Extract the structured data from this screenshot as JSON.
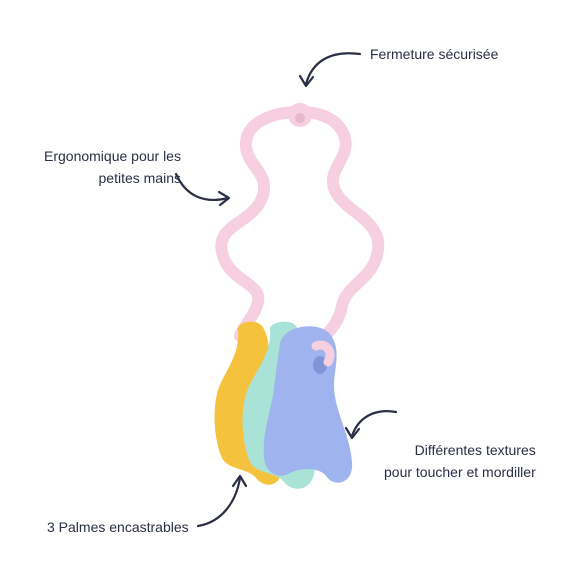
{
  "colors": {
    "ring": "#f6cfe0",
    "ring_shadow": "#e9b7cc",
    "yellow": "#f4c23d",
    "mint": "#a9e2d6",
    "blue": "#9fb3ee",
    "blue_dark": "#7f95d8",
    "arrow": "#2a2f45",
    "text": "#2a2f45"
  },
  "labels": {
    "closure": "Fermeture sécurisée",
    "ergonomic_line1": "Ergonomique pour les",
    "ergonomic_line2": "petites mains",
    "textures_line1": "Différentes textures",
    "textures_line2": "pour toucher et mordiller",
    "palms": "3 Palmes encastrables"
  },
  "icons": [
    "curved-arrow-icon"
  ]
}
